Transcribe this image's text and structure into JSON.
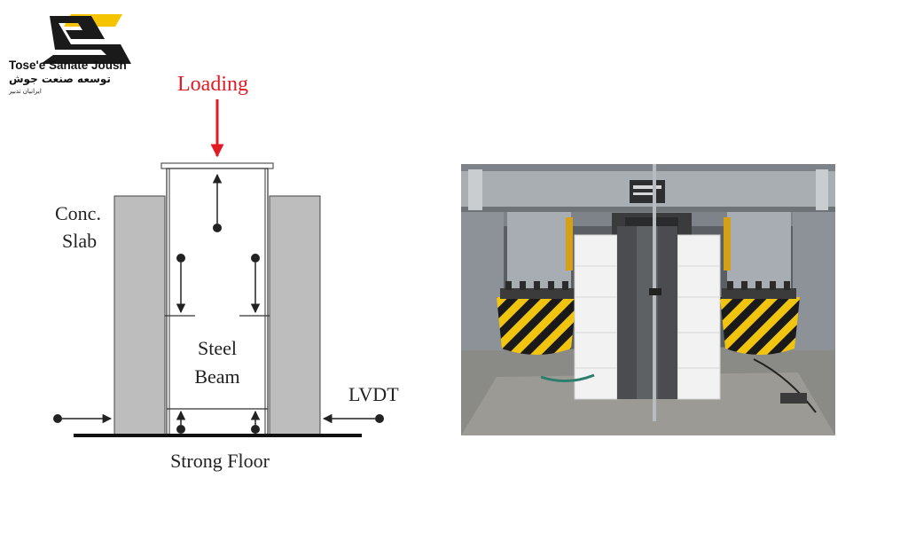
{
  "logo": {
    "name_en": "Tose'e Sanate Joush",
    "name_fa": "توسعه صنعت جوش",
    "subtitle_fa": "ایرانیان تدبیر",
    "colors": {
      "mark": "#1a1a1a",
      "accent": "#f5c400"
    }
  },
  "diagram": {
    "labels": {
      "loading": "Loading",
      "conc_slab_line1": "Conc.",
      "conc_slab_line2": "Slab",
      "steel_beam_line1": "Steel",
      "steel_beam_line2": "Beam",
      "lvdt": "LVDT",
      "strong_floor": "Strong Floor"
    },
    "colors": {
      "loading_arrow": "#e01b24",
      "slab_fill": "#bdbdbd",
      "stroke": "#222222"
    }
  },
  "photo": {
    "description_icon": "test-setup-photo",
    "colors": {
      "steel": "#9ea4aa",
      "hazard_yellow": "#f1c40f",
      "hazard_black": "#1a1a1a",
      "block": "#f2f2f2",
      "floor": "#8a8a86"
    }
  }
}
